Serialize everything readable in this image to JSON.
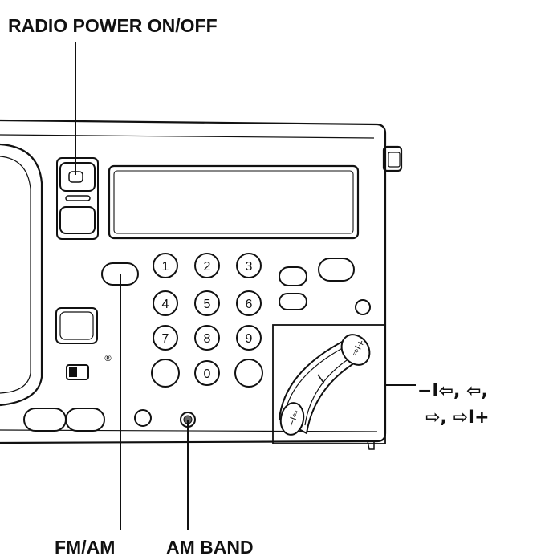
{
  "labels": {
    "radio_power": "RADIO POWER ON/OFF",
    "fm_am": "FM/AM",
    "am_band": "AM BAND",
    "seek_line1": "−I⇦, ⇦,",
    "seek_line2": "⇨, ⇨I+"
  },
  "keypad": [
    "1",
    "2",
    "3",
    "4",
    "5",
    "6",
    "7",
    "8",
    "9",
    "0"
  ],
  "tuner_rocker": {
    "up_symbol": "⇨I+",
    "down_symbol": "−I⇦"
  }
}
